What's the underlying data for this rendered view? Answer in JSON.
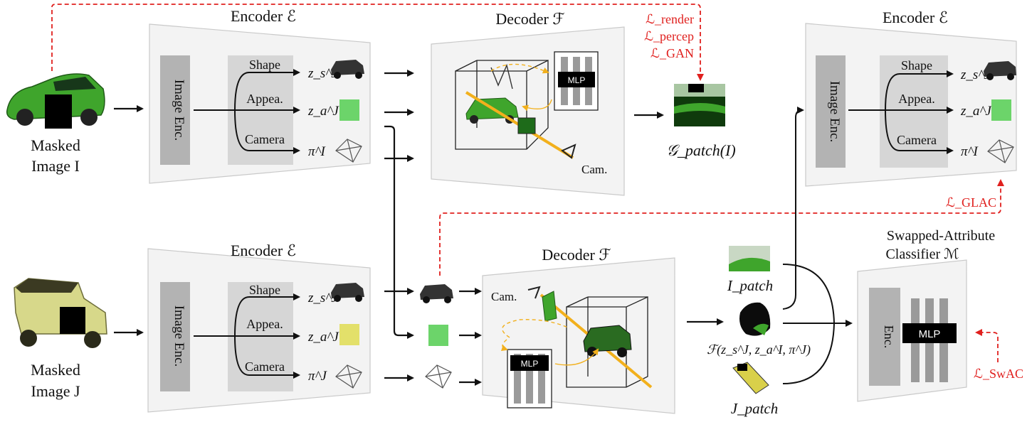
{
  "colors": {
    "loss": "#e0201e",
    "dashed_flow": "#f2b01c",
    "appearance_green": "#6cd46a",
    "appearance_yellow": "#e3e06a",
    "car_green": "#3fa52c",
    "car_yellow": "#d7d88a"
  },
  "top": {
    "input_caption": [
      "Masked",
      "Image I"
    ],
    "encoder": {
      "title": "Encoder ℰ",
      "box": "Image Enc.",
      "branches": [
        "Shape",
        "Appea.",
        "Camera"
      ],
      "outputs": [
        "z_s^J",
        "z_a^J",
        "π^I"
      ]
    },
    "decoder": {
      "title": "Decoder ℱ",
      "mlp": "MLP",
      "cam": "Cam."
    },
    "output_caption": "𝒢_patch(I)",
    "losses": [
      "ℒ_render",
      "ℒ_percep",
      "ℒ_GAN"
    ]
  },
  "bottom": {
    "input_caption": [
      "Masked",
      "Image J"
    ],
    "encoder": {
      "title": "Encoder ℰ",
      "box": "Image Enc.",
      "branches": [
        "Shape",
        "Appea.",
        "Camera"
      ],
      "outputs": [
        "z_s^J",
        "z_a^J",
        "π^J"
      ]
    },
    "decoder": {
      "title": "Decoder ℱ",
      "mlp": "MLP",
      "cam": "Cam."
    },
    "patches": [
      "I_patch",
      "ℱ(z_s^J, z_a^I, π^J)",
      "J_patch"
    ]
  },
  "right": {
    "encoder": {
      "title": "Encoder ℰ",
      "box": "Image Enc.",
      "branches": [
        "Shape",
        "Appea.",
        "Camera"
      ],
      "outputs": [
        "z_s^J",
        "z_a^J",
        "π^I"
      ]
    },
    "glac_loss": "ℒ_GLAC",
    "classifier": {
      "title": [
        "Swapped-Attribute",
        "Classifier ℳ"
      ],
      "enc": "Enc.",
      "mlp": "MLP",
      "loss": "ℒ_SwAC"
    }
  }
}
